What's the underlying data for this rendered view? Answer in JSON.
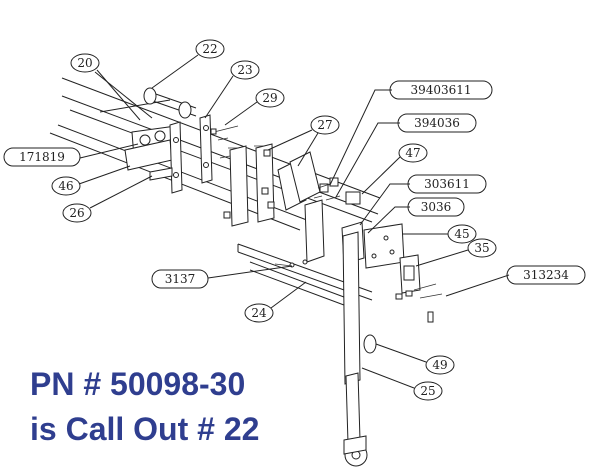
{
  "callouts": {
    "c20": "20",
    "c22": "22",
    "c23": "23",
    "c29": "29",
    "c27": "27",
    "c39_40_36_11": "39403611",
    "c39_40_36": "394036",
    "c47": "47",
    "c17_18_19": "171819",
    "c46": "46",
    "c26": "26",
    "c30_36_11": "303611",
    "c30_36": "3036",
    "c45": "45",
    "c35": "35",
    "c31_37": "3137",
    "c31_32_34": "313234",
    "c24": "24",
    "c49": "49",
    "c25": "25"
  },
  "note": {
    "line1": "PN # 50098-30",
    "line2": "is Call Out # 22"
  }
}
